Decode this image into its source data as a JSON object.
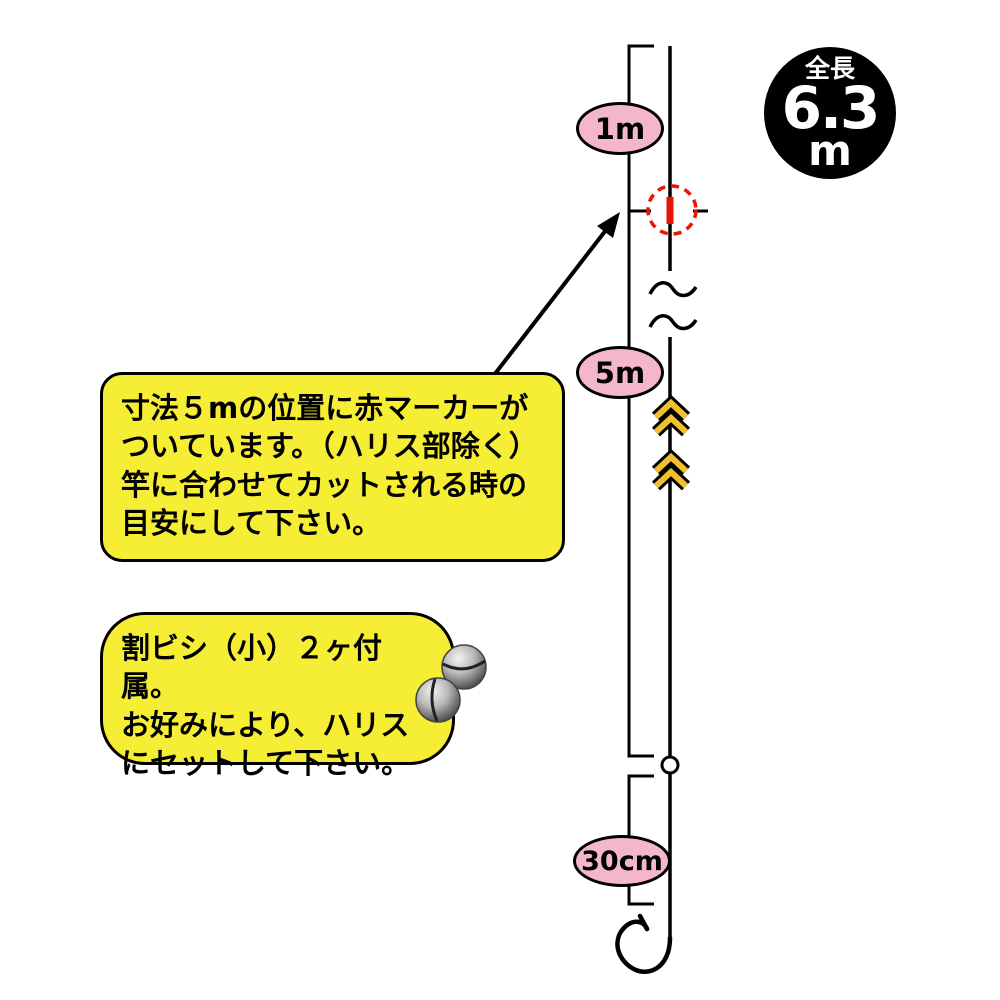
{
  "colors": {
    "pink": "#f3b7c9",
    "yellow": "#f6ee35",
    "red": "#e81500",
    "chevron": "#f0c030",
    "badge": "#000000"
  },
  "badge": {
    "title": "全長",
    "value": "6.3",
    "unit": "m"
  },
  "measurements": {
    "upper": "1m",
    "middle": "5m",
    "lower": "30cm"
  },
  "notes": {
    "marker": {
      "line1": "寸法５mの位置に赤マーカーが",
      "line2": "ついています。（ハリス部除く）",
      "line3": "竿に合わせてカットされる時の",
      "line4": "目安にして下さい。"
    },
    "sinker": {
      "line1": "割ビシ（小）２ヶ付属。",
      "line2": "お好みにより、ハリス",
      "line3": "にセットして下さい。"
    }
  },
  "icons": {
    "red_marker": "red-marker-circle",
    "line_break": "wave-break",
    "guides": "double-chevron-up",
    "swivel": "swivel-ring",
    "hook": "fishing-hook",
    "sinker": "split-shot-sinker",
    "pointer": "arrow-pointer"
  }
}
